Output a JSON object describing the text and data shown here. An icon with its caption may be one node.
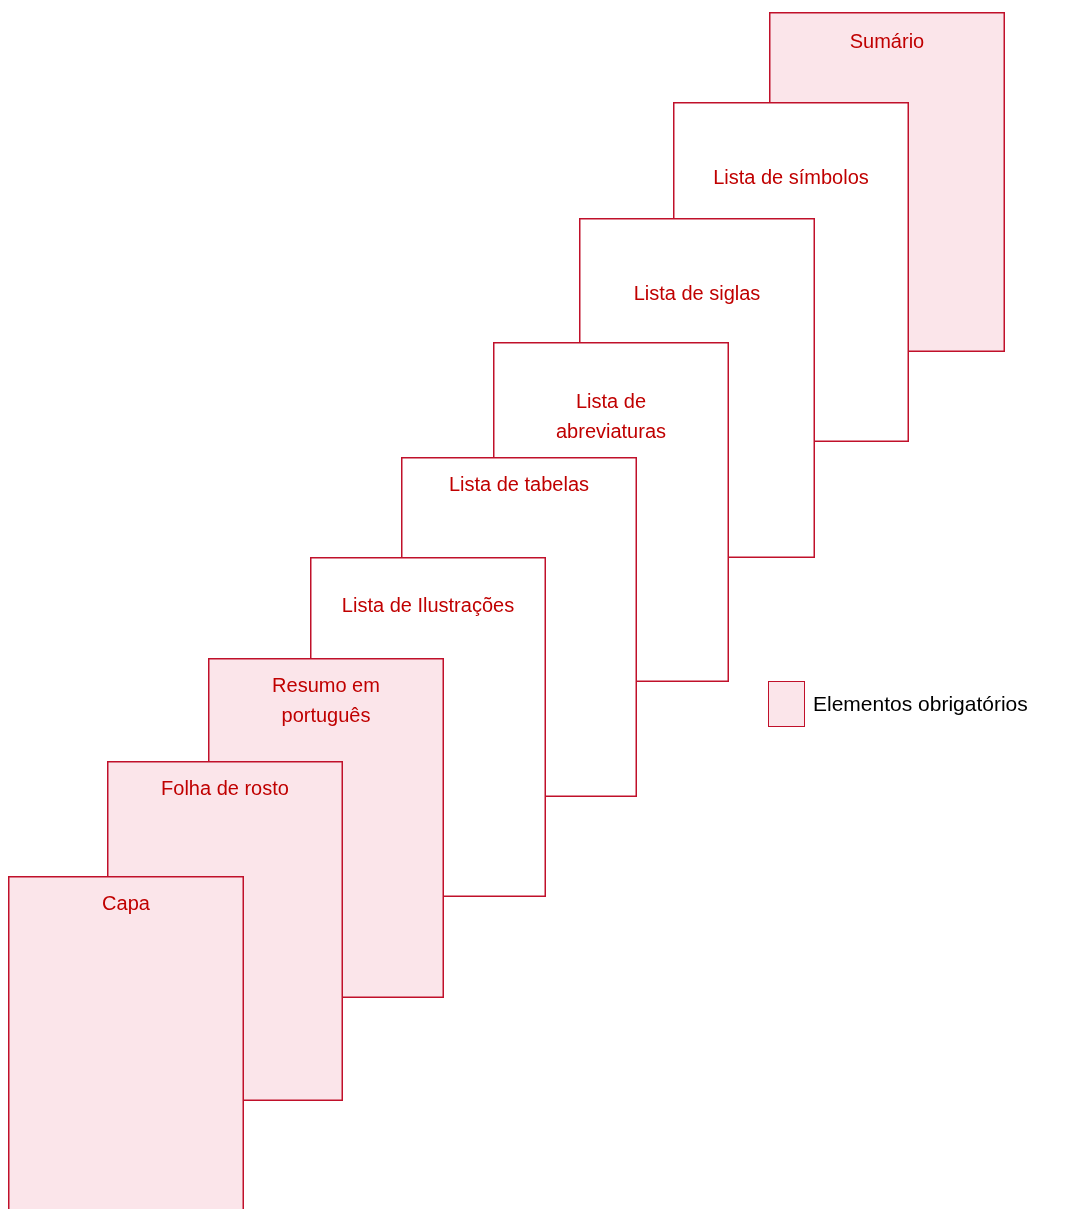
{
  "diagram": {
    "nodes": [
      {
        "text": [
          "Sumário"
        ]
      },
      {
        "text": [
          "Lista de símbolos"
        ]
      },
      {
        "text": [
          "Lista de siglas"
        ]
      },
      {
        "text": [
          "Lista de abreviaturas"
        ]
      },
      {
        "text": [
          "Lista de tabelas"
        ]
      },
      {
        "text": [
          "Lista de Ilustrações"
        ]
      },
      {
        "text": [
          "Resumo em português"
        ]
      },
      {
        "text": [
          "Folha de rosto"
        ]
      },
      {
        "text": [
          "Capa"
        ]
      }
    ],
    "legend": [
      {
        "text": "Elementos obrigatórios",
        "color": "#fbe5ea"
      }
    ]
  }
}
